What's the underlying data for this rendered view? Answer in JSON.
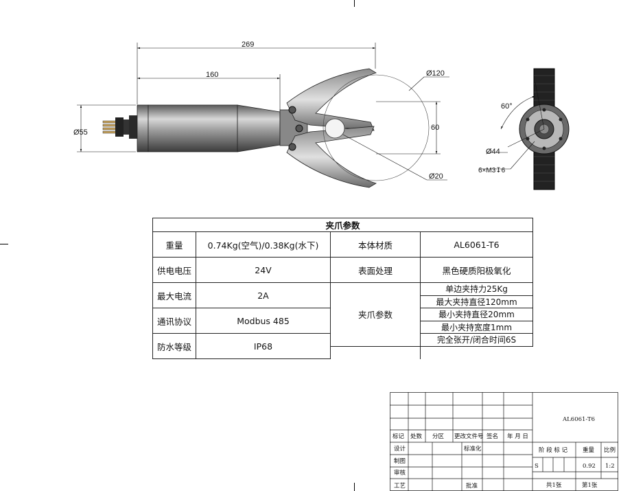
{
  "drawing": {
    "dim_total_length": "269",
    "dim_body_length": "160",
    "dim_body_diameter": "Ø55",
    "dim_open_diameter": "Ø120",
    "dim_jaw_height": "60",
    "dim_min_diameter": "Ø20",
    "dim_angle": "60°",
    "dim_flange_diameter": "Ø44",
    "dim_holes": "6×M3↧6"
  },
  "spec_table": {
    "title": "夹爪参数",
    "rows": [
      {
        "label": "重量",
        "value": "0.74Kg(空气)/0.38Kg(水下)",
        "label2": "本体材质",
        "value2": "AL6061-T6"
      },
      {
        "label": "供电电压",
        "value": "24V",
        "label2": "表面处理",
        "value2": "黑色硬质阳极氧化"
      },
      {
        "label": "最大电流",
        "value": "2A"
      },
      {
        "label": "通讯协议",
        "value": "Modbus 485"
      },
      {
        "label": "防水等级",
        "value": "IP68"
      }
    ],
    "gripper_label": "夹爪参数",
    "gripper_params": [
      "单边夹持力25Kg",
      "最大夹持直径120mm",
      "最小夹持直径20mm",
      "最小夹持宽度1mm",
      "完全张开/闭合时间6S"
    ]
  },
  "title_block": {
    "part_name": "AL6061-T6",
    "header_labels": [
      "标记",
      "处数",
      "分区",
      "更改文件号",
      "签名",
      "年 月 日"
    ],
    "role_labels": [
      "设计",
      "制图",
      "审核",
      "工艺"
    ],
    "standardize": "标准化",
    "approve": "批准",
    "stage_mark": "阶 段 标 记",
    "weight_label": "重量",
    "scale_label": "比例",
    "stage_value": "S",
    "weight_value": "0.92",
    "scale_value": "1:2",
    "sheets_total": "共1张",
    "sheet_no": "第1张"
  }
}
